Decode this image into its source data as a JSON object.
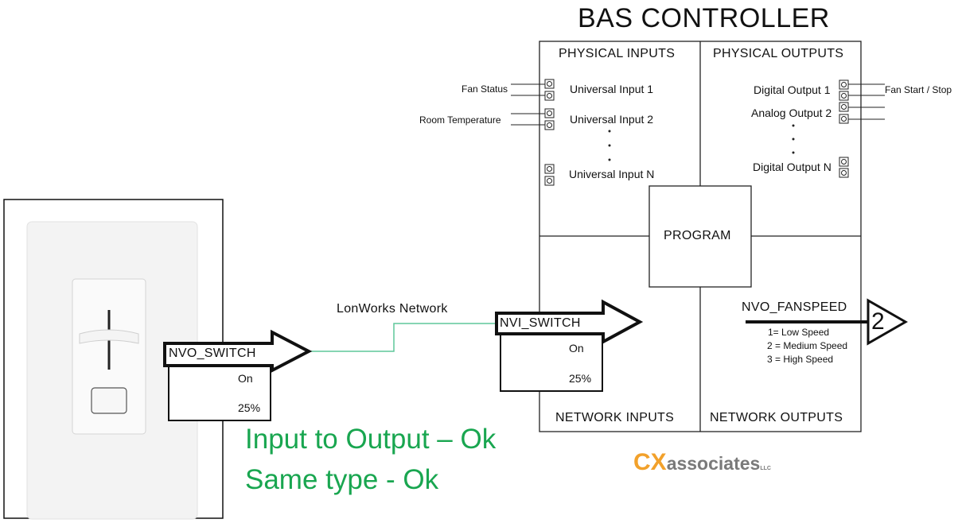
{
  "title": "BAS CONTROLLER",
  "quadrants": {
    "physical_inputs": "PHYSICAL INPUTS",
    "physical_outputs": "PHYSICAL OUTPUTS",
    "network_inputs": "NETWORK INPUTS",
    "network_outputs": "NETWORK OUTPUTS"
  },
  "program_label": "PROGRAM",
  "inputs": {
    "ui1": "Universal Input 1",
    "ui2": "Universal Input 2",
    "uin": "Universal Input N",
    "fan_status": "Fan Status",
    "room_temp": "Room Temperature"
  },
  "outputs": {
    "do1": "Digital Output 1",
    "ao2": "Analog Output 2",
    "don": "Digital Output N",
    "fan_start_stop": "Fan Start / Stop"
  },
  "network": {
    "label": "LonWorks Network",
    "nvo_switch": {
      "name": "NVO_SWITCH",
      "state": "On",
      "level": "25%"
    },
    "nvi_switch": {
      "name": "NVI_SWITCH",
      "state": "On",
      "level": "25%"
    },
    "nvo_fanspeed": {
      "name": "NVO_FANSPEED",
      "number": "2",
      "legend": [
        "1= Low Speed",
        "2 = Medium Speed",
        "3 = High Speed"
      ]
    }
  },
  "notes": {
    "line1": "Input to Output – Ok",
    "line2": "Same type - Ok"
  },
  "logo": {
    "cx": "CX",
    "rest": "associates",
    "suffix": "LLC"
  },
  "colors": {
    "network_line": "#5ec79a",
    "note_green": "#19a650",
    "logo_orange": "#f2a12b",
    "logo_gray": "#7a7a7a"
  }
}
